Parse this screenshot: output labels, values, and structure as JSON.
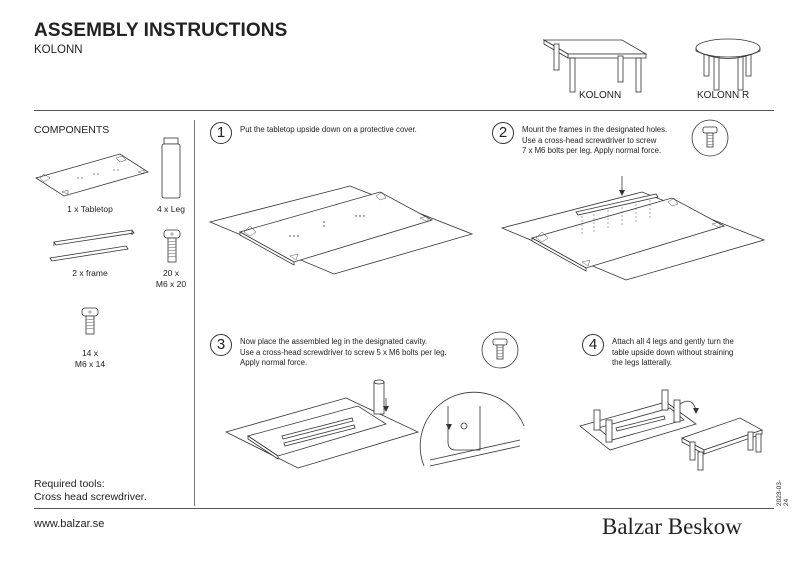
{
  "header": {
    "title": "ASSEMBLY INSTRUCTIONS",
    "subtitle": "KOLONN",
    "products": [
      {
        "label": "KOLONN",
        "icon": "rectangular-table-icon"
      },
      {
        "label": "KOLONN R",
        "icon": "round-table-icon"
      }
    ]
  },
  "components": {
    "title": "COMPONENTS",
    "items": [
      {
        "label": "1 x Tabletop",
        "icon": "tabletop-icon"
      },
      {
        "label": "4 x Leg",
        "icon": "leg-icon"
      },
      {
        "label": "2 x frame",
        "icon": "frame-icon"
      },
      {
        "label": "20 x\nM6 x 20",
        "icon": "bolt-m6x20-icon"
      },
      {
        "label": "14 x\nM6 x 14",
        "icon": "bolt-m6x14-icon"
      }
    ]
  },
  "steps": [
    {
      "number": "1",
      "text": "Put the tabletop upside down on a protective cover."
    },
    {
      "number": "2",
      "text": "Mount the frames in the designated holes.\nUse a cross-head screwdriver to screw\n7 x M6 bolts per leg. Apply normal force."
    },
    {
      "number": "3",
      "text": "Now place the assembled leg in the designated cavity.\nUse a cross-head screwdriver to screw 5 x M6 bolts per leg.\nApply normal force."
    },
    {
      "number": "4",
      "text": "Attach all 4 legs and gently turn the\ntable upside down without straining\nthe legs latterally."
    }
  ],
  "tools": {
    "line1": "Required tools:",
    "line2": "Cross head screwdriver."
  },
  "date": "2023-03-24",
  "footer": {
    "website": "www.balzar.se",
    "brand": "Balzar Beskow"
  }
}
